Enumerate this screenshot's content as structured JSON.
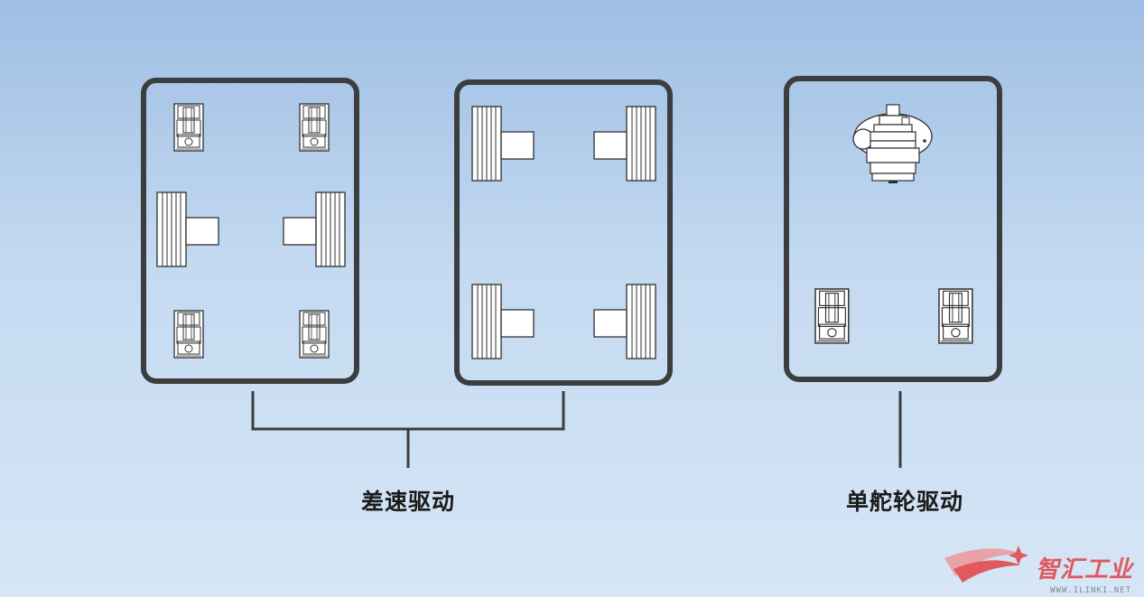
{
  "labels": {
    "differential": "差速驱动",
    "single_steering": "单舵轮驱动"
  },
  "watermark": {
    "brand": "智汇工业",
    "url": "WWW.ILINKI.NET"
  },
  "colors": {
    "frame": "#3c3d3f",
    "bracket": "#3c3d3f",
    "wheel_fill": "#ffffff",
    "wheel_stroke": "#2f3032",
    "watermark": "#e1585d"
  },
  "icons": [
    "caster-wheel-icon",
    "drive-wheel-icon",
    "steering-wheel-icon"
  ]
}
